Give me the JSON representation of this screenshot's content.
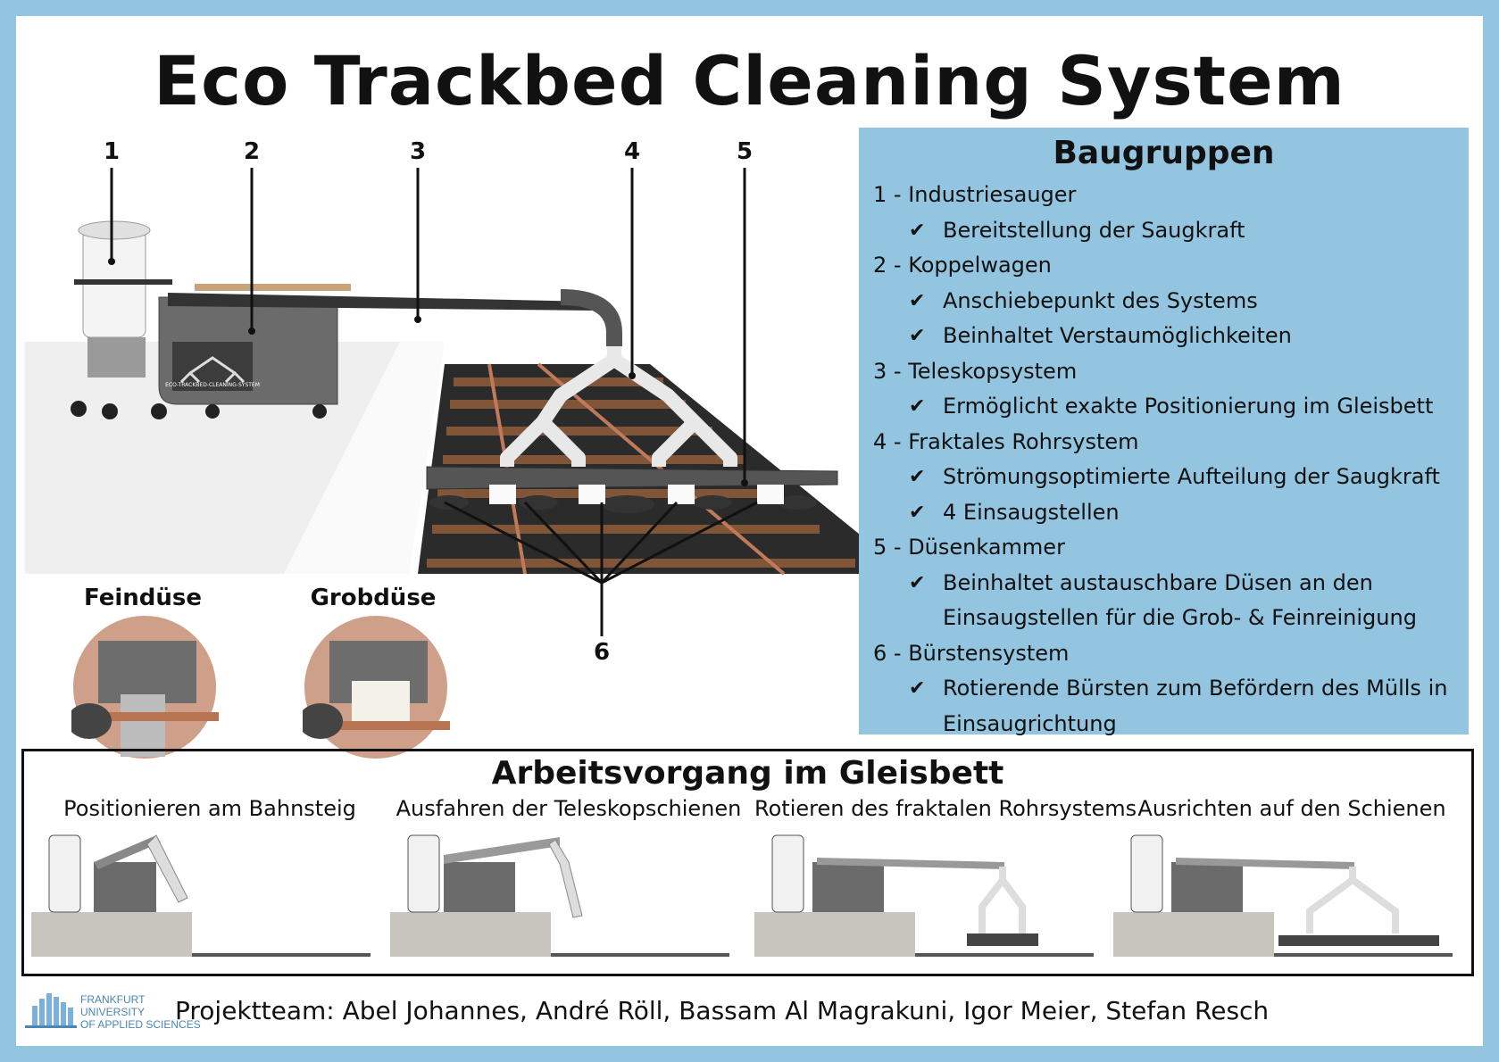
{
  "title": "Eco Trackbed Cleaning System",
  "callouts": [
    "1",
    "2",
    "3",
    "4",
    "5",
    "6"
  ],
  "machine_label": "ECO-TRACKBED-CLEANING-SYSTEM",
  "nozzles": {
    "fine": "Feindüse",
    "coarse": "Grobdüse"
  },
  "panel": {
    "title": "Baugruppen",
    "groups": [
      {
        "title": "1 - Industriesauger",
        "items": [
          "Bereitstellung der Saugkraft"
        ]
      },
      {
        "title": "2 - Koppelwagen",
        "items": [
          "Anschiebepunkt des Systems",
          "Beinhaltet Verstaumöglichkeiten"
        ]
      },
      {
        "title": "3 - Teleskopsystem",
        "items": [
          "Ermöglicht exakte Positionierung im Gleisbett"
        ]
      },
      {
        "title": "4 - Fraktales Rohrsystem",
        "items": [
          "Strömungsoptimierte Aufteilung der Saugkraft",
          "4 Einsaugstellen"
        ]
      },
      {
        "title": "5 - Düsenkammer",
        "items": [
          "Beinhaltet austauschbare Düsen an den Einsaugstellen für die Grob- & Feinreinigung"
        ]
      },
      {
        "title": "6 - Bürstensystem",
        "items": [
          "Rotierende Bürsten zum Befördern des Mülls in Einsaugrichtung"
        ]
      }
    ],
    "bullet_icon": "check-icon"
  },
  "process": {
    "title": "Arbeitsvorgang im Gleisbett",
    "steps": [
      "Positionieren am Bahnsteig",
      "Ausfahren der Teleskopschienen",
      "Rotieren des fraktalen Rohrsystems",
      "Ausrichten auf den Schienen"
    ]
  },
  "footer": {
    "logo_lines": [
      "FRANKFURT",
      "UNIVERSITY",
      "OF APPLIED SCIENCES"
    ],
    "team": "Projektteam: Abel Johannes, André Röll, Bassam Al Magrakuni, Igor Meier, Stefan Resch"
  },
  "colors": {
    "frame": "#93c5e0",
    "panel": "#93c5e0",
    "machine": "#6b6b6b",
    "copper": "#b87352"
  }
}
